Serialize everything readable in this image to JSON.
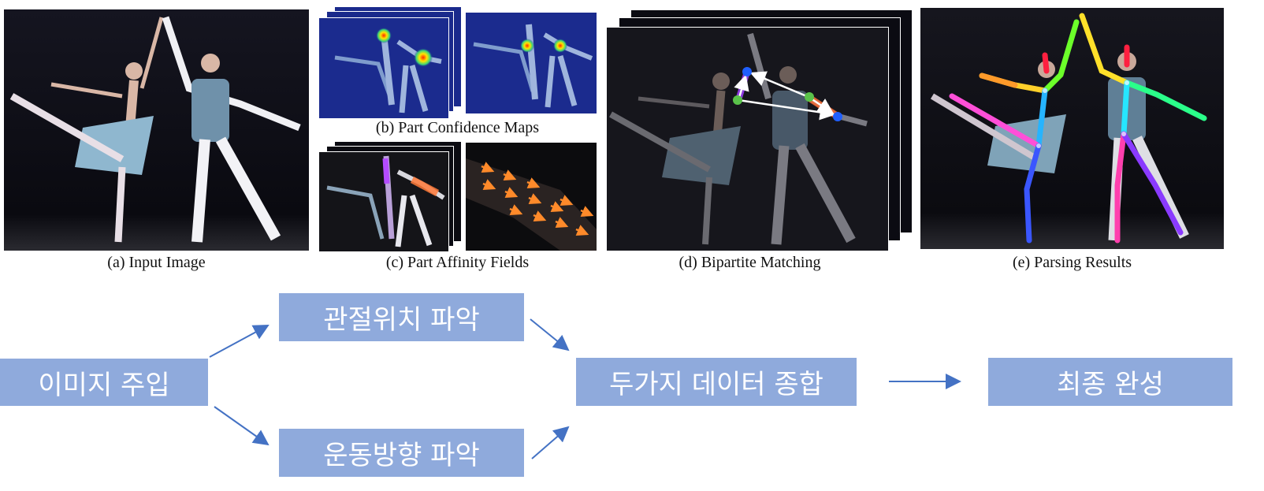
{
  "figure": {
    "captions": {
      "a": "(a) Input Image",
      "b": "(b) Part Confidence Maps",
      "c": "(c) Part Affinity Fields",
      "d": "(d) Bipartite Matching",
      "e": "(e) Parsing Results"
    }
  },
  "flow": {
    "input": "이미지 주입",
    "joint_location": "관절위치 파악",
    "motion_direction": "운동방향 파악",
    "combine": "두가지 데이터 종합",
    "final": "최종 완성"
  },
  "colors": {
    "box_fill": "#8faadc",
    "box_text": "#ffffff",
    "arrow": "#4472c4",
    "heat_bg": "#1a2a8c",
    "paf_arrow": "#ff8a2a"
  }
}
